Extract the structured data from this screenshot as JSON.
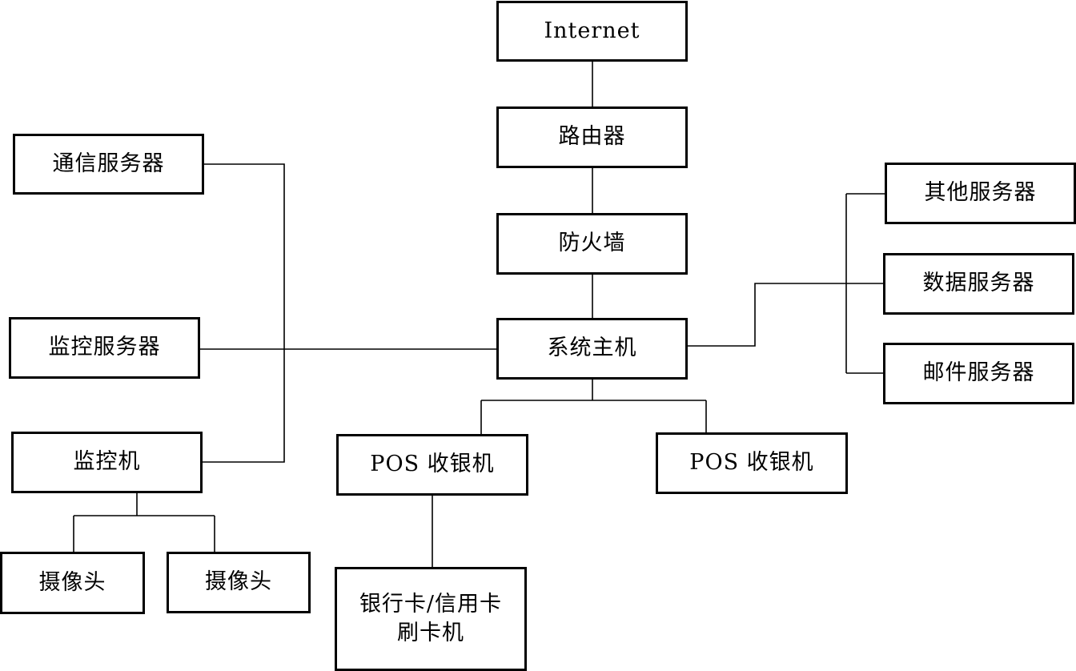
{
  "diagram": {
    "nodes": {
      "internet": "Internet",
      "router": "路由器",
      "firewall": "防火墙",
      "host": "系统主机",
      "comm_server": "通信服务器",
      "monitor_server": "监控服务器",
      "monitor_pc": "监控机",
      "camera_1": "摄像头",
      "camera_2": "摄像头",
      "pos_1": "POS 收银机",
      "pos_2": "POS 收银机",
      "card_reader_line1": "银行卡/信用卡",
      "card_reader_line2": "刷卡机",
      "other_server": "其他服务器",
      "data_server": "数据服务器",
      "mail_server": "邮件服务器"
    },
    "colors": {
      "line": "#000000",
      "box_border": "#000000",
      "background": "#ffffff"
    }
  }
}
